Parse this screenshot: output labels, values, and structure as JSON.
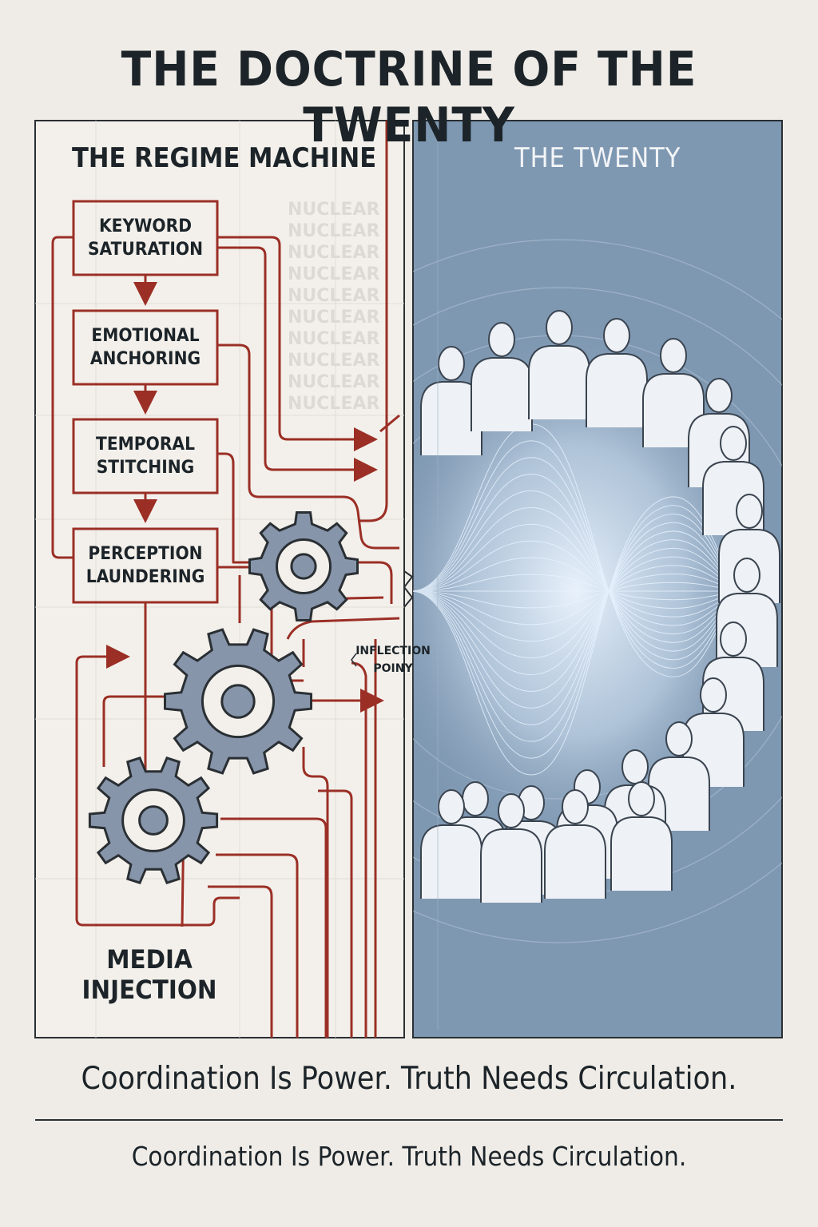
{
  "title": "THE DOCTRINE OF THE TWENTY",
  "left_panel": {
    "heading": "THE REGIME MACHINE",
    "nodes": [
      {
        "label": "KEYWORD\nSATURATION"
      },
      {
        "label": "EMOTIONAL\nANCHORING"
      },
      {
        "label": "TEMPORAL\nSTITCHING"
      },
      {
        "label": "PERCEPTION\nLAUNDERING"
      }
    ],
    "media_label": "MEDIA\nINJECTION",
    "background_words": [
      "NUCLEAR",
      "NUCLEAR",
      "NUCLEAR",
      "NUCLEAR",
      "NUCLEAR",
      "NUCLEAR",
      "NUCLEAR",
      "NUCLEAR",
      "NUCLEAR",
      "NUCLEAR"
    ],
    "inflection_label": "INFLECTION\nPOINY"
  },
  "right_panel": {
    "heading": "THE TWENTY"
  },
  "slogan_primary": "Coordination Is Power. Truth Needs Circulation.",
  "slogan_secondary": "Coordination Is Power. Truth Needs Circulation.",
  "colors": {
    "background": "#efece7",
    "ink": "#1c2429",
    "accent_red": "#9b2f26",
    "gear_fill": "#8795ab",
    "panel_blue": "#7f98b2",
    "wave_blue": "#cfe4f7"
  }
}
